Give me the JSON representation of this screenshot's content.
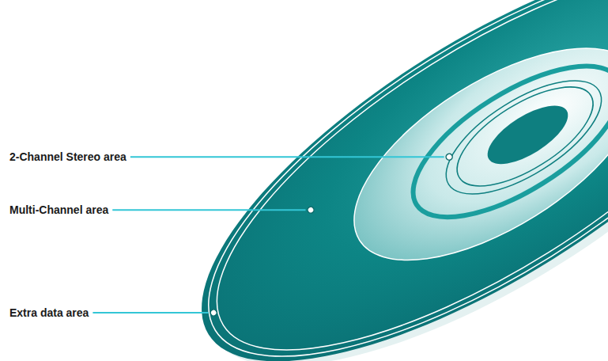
{
  "diagram": {
    "labels": [
      "2-Channel Stereo area",
      "Multi-Channel area",
      "Extra data area"
    ]
  }
}
